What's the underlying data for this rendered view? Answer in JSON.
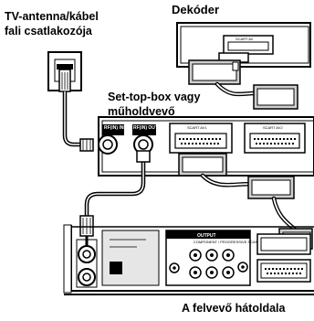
{
  "labels": {
    "antenna_line1": "TV-antenna/kábel",
    "antenna_line2": "fali csatlakozója",
    "decoder": "Dekóder",
    "stb_line1": "Set-top-box vagy",
    "stb_line2": "műholdvevő",
    "recorder": "A felvevő hátoldala"
  },
  "device_text": {
    "decoder_scart": "SCART AV",
    "rf_input": "RF(IN) INPUT",
    "rf_output": "RF(IN) OUTPUT",
    "stb_scart1": "SCART AV1",
    "stb_scart2": "SCART AV2",
    "output_header": "OUTPUT",
    "component_label": "COMPONENT / PROGRESSIVE SCAN"
  },
  "colors": {
    "ink": "#000000",
    "paper": "#ffffff",
    "panel_gray": "#e6e6e6",
    "connector_gray": "#cfcfcf"
  }
}
